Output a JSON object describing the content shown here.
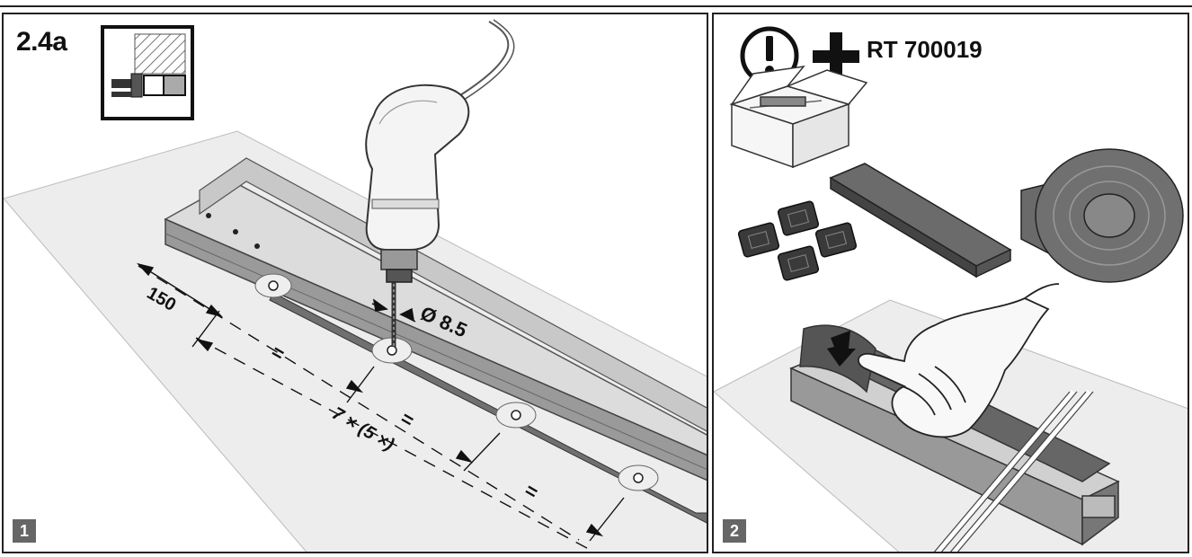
{
  "step": {
    "label": "2.4a"
  },
  "panel_left": {
    "number": "1",
    "dimension_edge": "150",
    "diameter": "Ø 8.5",
    "equal_sign": "=",
    "spacing": "7 × (5 ×)"
  },
  "panel_right": {
    "number": "2",
    "part_number": "RT 700019"
  }
}
